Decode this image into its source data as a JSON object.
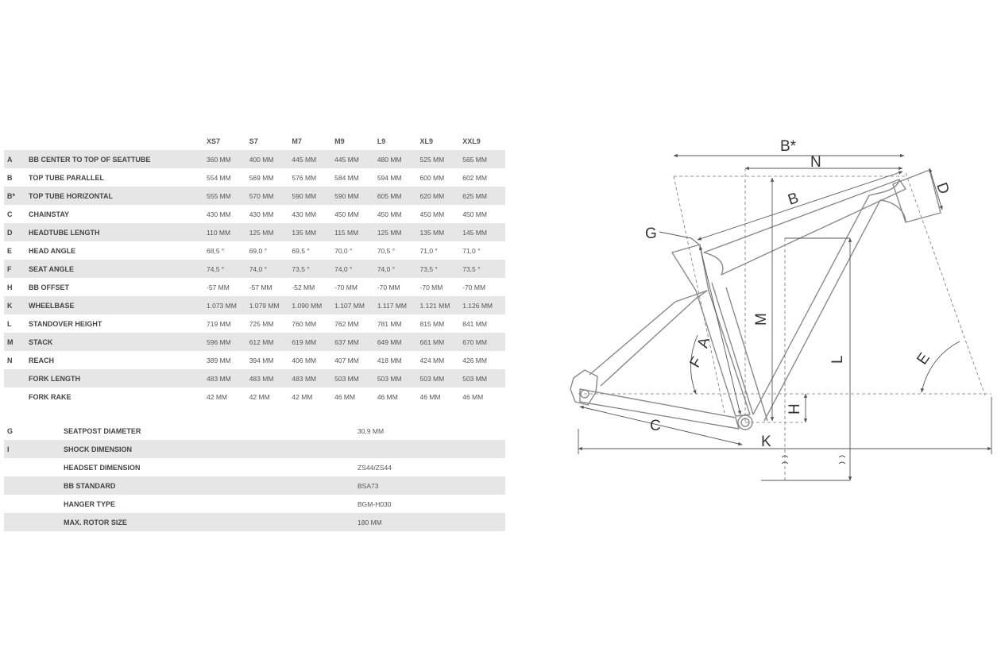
{
  "geometry": {
    "sizes": [
      "XS7",
      "S7",
      "M7",
      "M9",
      "L9",
      "XL9",
      "XXL9"
    ],
    "rows": [
      {
        "key": "A",
        "name": "BB CENTER TO TOP OF SEATTUBE",
        "values": [
          "360 MM",
          "400 MM",
          "445 MM",
          "445 MM",
          "480 MM",
          "525 MM",
          "565 MM"
        ]
      },
      {
        "key": "B",
        "name": "TOP TUBE PARALLEL",
        "values": [
          "554 MM",
          "569 MM",
          "576 MM",
          "584 MM",
          "594 MM",
          "600 MM",
          "602 MM"
        ]
      },
      {
        "key": "B*",
        "name": "TOP TUBE HORIZONTAL",
        "values": [
          "555 MM",
          "570 MM",
          "590 MM",
          "590 MM",
          "605 MM",
          "620 MM",
          "625 MM"
        ]
      },
      {
        "key": "C",
        "name": "CHAINSTAY",
        "values": [
          "430 MM",
          "430 MM",
          "430 MM",
          "450 MM",
          "450 MM",
          "450 MM",
          "450 MM"
        ]
      },
      {
        "key": "D",
        "name": "HEADTUBE LENGTH",
        "values": [
          "110 MM",
          "125 MM",
          "135 MM",
          "115 MM",
          "125 MM",
          "135 MM",
          "145 MM"
        ]
      },
      {
        "key": "E",
        "name": "HEAD ANGLE",
        "values": [
          "68,5 °",
          "69,0 °",
          "69,5 °",
          "70,0 °",
          "70,5 °",
          "71,0 °",
          "71,0 °"
        ]
      },
      {
        "key": "F",
        "name": "SEAT ANGLE",
        "values": [
          "74,5 °",
          "74,0 °",
          "73,5 °",
          "74,0 °",
          "74,0 °",
          "73,5 °",
          "73,5 °"
        ]
      },
      {
        "key": "H",
        "name": "BB OFFSET",
        "values": [
          "-57 MM",
          "-57 MM",
          "-52 MM",
          "-70 MM",
          "-70 MM",
          "-70 MM",
          "-70 MM"
        ]
      },
      {
        "key": "K",
        "name": "WHEELBASE",
        "values": [
          "1.073 MM",
          "1.079 MM",
          "1.090 MM",
          "1.107 MM",
          "1.117 MM",
          "1.121 MM",
          "1.126 MM"
        ]
      },
      {
        "key": "L",
        "name": "STANDOVER HEIGHT",
        "values": [
          "719 MM",
          "725 MM",
          "760 MM",
          "762 MM",
          "781 MM",
          "815 MM",
          "841 MM"
        ]
      },
      {
        "key": "M",
        "name": "STACK",
        "values": [
          "596 MM",
          "612 MM",
          "619 MM",
          "637 MM",
          "649 MM",
          "661 MM",
          "670 MM"
        ]
      },
      {
        "key": "N",
        "name": "REACH",
        "values": [
          "389 MM",
          "394 MM",
          "406 MM",
          "407 MM",
          "418 MM",
          "424 MM",
          "426 MM"
        ]
      },
      {
        "key": "",
        "name": "FORK LENGTH",
        "values": [
          "483 MM",
          "483 MM",
          "483 MM",
          "503 MM",
          "503 MM",
          "503 MM",
          "503 MM"
        ]
      },
      {
        "key": "",
        "name": "FORK RAKE",
        "values": [
          "42 MM",
          "42 MM",
          "42 MM",
          "46 MM",
          "46 MM",
          "46 MM",
          "46 MM"
        ]
      }
    ]
  },
  "specs": [
    {
      "key": "G",
      "name": "SEATPOST DIAMETER",
      "value": "30,9 MM"
    },
    {
      "key": "I",
      "name": "SHOCK DIMENSION",
      "value": ""
    },
    {
      "key": "",
      "name": "HEADSET DIMENSION",
      "value": "ZS44/ZS44"
    },
    {
      "key": "",
      "name": "BB STANDARD",
      "value": "BSA73"
    },
    {
      "key": "",
      "name": "HANGER TYPE",
      "value": "BGM-H030"
    },
    {
      "key": "",
      "name": "MAX. ROTOR SIZE",
      "value": "180 MM"
    }
  ],
  "diagram_labels": {
    "b_star": "B*",
    "n": "N",
    "b": "B",
    "d": "D",
    "g": "G",
    "m": "M",
    "a": "A",
    "f": "F",
    "l": "L",
    "e": "E",
    "h": "H",
    "c": "C",
    "k": "K"
  }
}
